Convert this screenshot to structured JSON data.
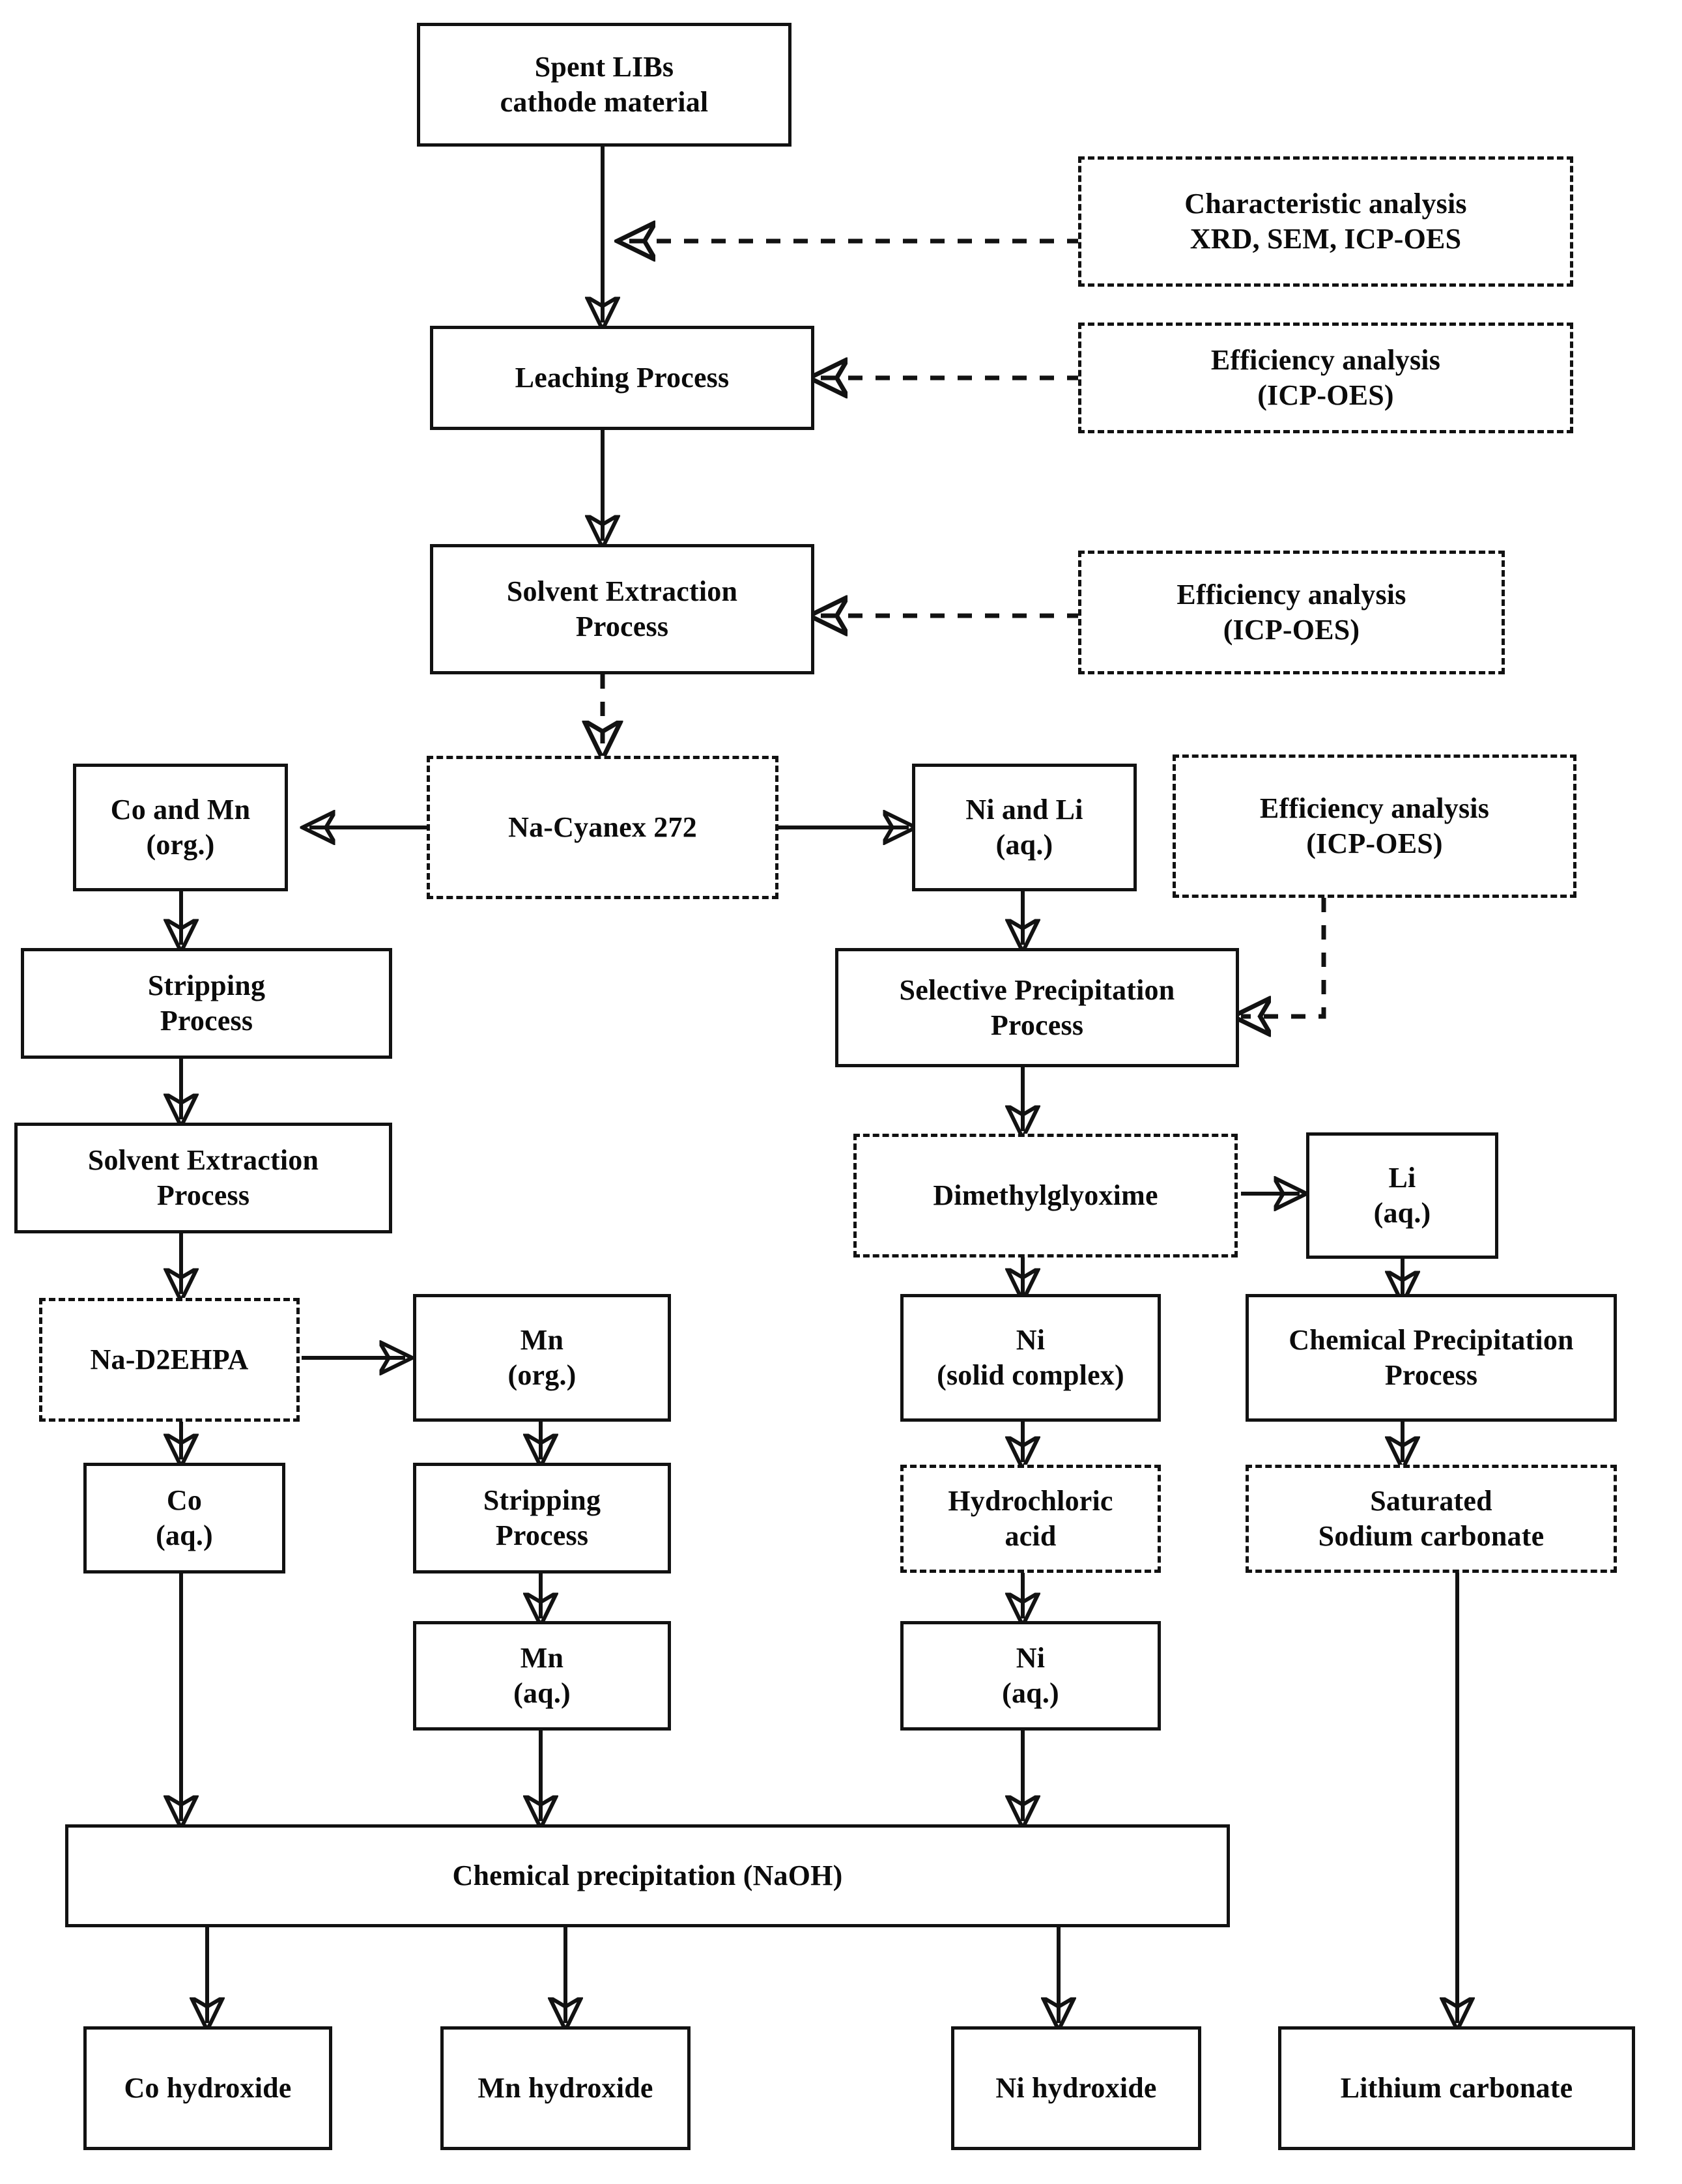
{
  "diagram": {
    "title": "Hydrometallurgical recycling flowsheet for spent lithium-ion battery cathode material",
    "type": "process-flowchart",
    "style": {
      "solid_box": "process or product stream",
      "dashed_box": "reagent or analysis step",
      "solid_arrow": "material flow",
      "dashed_arrow": "analysis / reagent addition"
    },
    "nodes": [
      {
        "id": "spent",
        "label": "Spent LIBs\ncathode material",
        "box": "solid"
      },
      {
        "id": "charact",
        "label": "Characteristic analysis\nXRD, SEM, ICP-OES",
        "box": "dashed"
      },
      {
        "id": "eff1",
        "label": "Efficiency analysis\n(ICP-OES)",
        "box": "dashed"
      },
      {
        "id": "leach",
        "label": "Leaching Process",
        "box": "solid"
      },
      {
        "id": "sx1",
        "label": "Solvent Extraction\nProcess",
        "box": "solid"
      },
      {
        "id": "eff2",
        "label": "Efficiency analysis\n(ICP-OES)",
        "box": "dashed"
      },
      {
        "id": "cyanex",
        "label": "Na-Cyanex 272",
        "box": "dashed"
      },
      {
        "id": "comn",
        "label": "Co and Mn\n(org.)",
        "box": "solid"
      },
      {
        "id": "nili",
        "label": "Ni and Li\n(aq.)",
        "box": "solid"
      },
      {
        "id": "eff3",
        "label": "Efficiency analysis\n(ICP-OES)",
        "box": "dashed"
      },
      {
        "id": "strip1",
        "label": "Stripping\nProcess",
        "box": "solid"
      },
      {
        "id": "selprec",
        "label": "Selective Precipitation\nProcess",
        "box": "solid"
      },
      {
        "id": "sx2",
        "label": "Solvent Extraction\nProcess",
        "box": "solid"
      },
      {
        "id": "dmg",
        "label": "Dimethylglyoxime",
        "box": "dashed"
      },
      {
        "id": "liaq",
        "label": "Li\n(aq.)",
        "box": "solid"
      },
      {
        "id": "d2ehpa",
        "label": "Na-D2EHPA",
        "box": "dashed"
      },
      {
        "id": "mnorg",
        "label": "Mn\n(org.)",
        "box": "solid"
      },
      {
        "id": "nisolid",
        "label": "Ni\n(solid complex)",
        "box": "solid"
      },
      {
        "id": "chemprecproc",
        "label": "Chemical Precipitation\nProcess",
        "box": "solid"
      },
      {
        "id": "coaq",
        "label": "Co\n(aq.)",
        "box": "solid"
      },
      {
        "id": "strip2",
        "label": "Stripping\nProcess",
        "box": "solid"
      },
      {
        "id": "hcl",
        "label": "Hydrochloric\nacid",
        "box": "dashed"
      },
      {
        "id": "natcarb",
        "label": "Saturated\nSodium carbonate",
        "box": "dashed"
      },
      {
        "id": "mnaq",
        "label": "Mn\n(aq.)",
        "box": "solid"
      },
      {
        "id": "niaq",
        "label": "Ni\n(aq.)",
        "box": "solid"
      },
      {
        "id": "chemprecnaoh",
        "label": "Chemical precipitation (NaOH)",
        "box": "solid"
      },
      {
        "id": "cohyd",
        "label": "Co hydroxide",
        "box": "solid"
      },
      {
        "id": "mnhyd",
        "label": "Mn hydroxide",
        "box": "solid"
      },
      {
        "id": "nihyd",
        "label": "Ni hydroxide",
        "box": "solid"
      },
      {
        "id": "licarb",
        "label": "Lithium carbonate",
        "box": "solid"
      }
    ],
    "edges": [
      {
        "from": "spent",
        "to": "leach",
        "style": "solid"
      },
      {
        "from": "charact",
        "to": "leach",
        "style": "dashed"
      },
      {
        "from": "eff1",
        "to": "leach",
        "style": "dashed"
      },
      {
        "from": "leach",
        "to": "sx1",
        "style": "solid"
      },
      {
        "from": "eff2",
        "to": "sx1",
        "style": "dashed"
      },
      {
        "from": "sx1",
        "to": "cyanex",
        "style": "dashed"
      },
      {
        "from": "cyanex",
        "to": "comn",
        "style": "solid"
      },
      {
        "from": "cyanex",
        "to": "nili",
        "style": "solid"
      },
      {
        "from": "comn",
        "to": "strip1",
        "style": "solid"
      },
      {
        "from": "nili",
        "to": "selprec",
        "style": "solid"
      },
      {
        "from": "eff3",
        "to": "selprec",
        "style": "dashed"
      },
      {
        "from": "strip1",
        "to": "sx2",
        "style": "solid"
      },
      {
        "from": "sx2",
        "to": "d2ehpa",
        "style": "solid"
      },
      {
        "from": "selprec",
        "to": "dmg",
        "style": "solid"
      },
      {
        "from": "dmg",
        "to": "liaq",
        "style": "solid"
      },
      {
        "from": "dmg",
        "to": "nisolid",
        "style": "solid"
      },
      {
        "from": "d2ehpa",
        "to": "mnorg",
        "style": "solid"
      },
      {
        "from": "d2ehpa",
        "to": "coaq",
        "style": "solid"
      },
      {
        "from": "liaq",
        "to": "chemprecproc",
        "style": "solid"
      },
      {
        "from": "mnorg",
        "to": "strip2",
        "style": "solid"
      },
      {
        "from": "nisolid",
        "to": "hcl",
        "style": "solid"
      },
      {
        "from": "chemprecproc",
        "to": "natcarb",
        "style": "solid"
      },
      {
        "from": "strip2",
        "to": "mnaq",
        "style": "solid"
      },
      {
        "from": "hcl",
        "to": "niaq",
        "style": "solid"
      },
      {
        "from": "coaq",
        "to": "chemprecnaoh",
        "style": "solid"
      },
      {
        "from": "mnaq",
        "to": "chemprecnaoh",
        "style": "solid"
      },
      {
        "from": "niaq",
        "to": "chemprecnaoh",
        "style": "solid"
      },
      {
        "from": "natcarb",
        "to": "licarb",
        "style": "solid"
      },
      {
        "from": "chemprecnaoh",
        "to": "cohyd",
        "style": "solid"
      },
      {
        "from": "chemprecnaoh",
        "to": "mnhyd",
        "style": "solid"
      },
      {
        "from": "chemprecnaoh",
        "to": "nihyd",
        "style": "solid"
      }
    ]
  }
}
